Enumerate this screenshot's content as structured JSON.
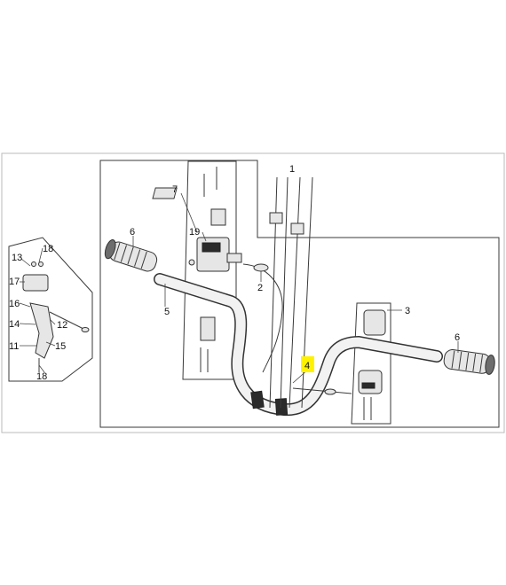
{
  "callouts": {
    "c1": "1",
    "c2": "2",
    "c3": "3",
    "c4": "4",
    "c5": "5",
    "c6a": "6",
    "c6b": "6",
    "c7": "7",
    "c11": "11",
    "c12": "12",
    "c13": "13",
    "c14": "14",
    "c15": "15",
    "c16": "16",
    "c17": "17",
    "c18a": "18",
    "c18b": "18",
    "c19": "19"
  },
  "colors": {
    "highlight": "#fff200",
    "frame": "#555555",
    "outline_frame": "#bbbbbb"
  }
}
